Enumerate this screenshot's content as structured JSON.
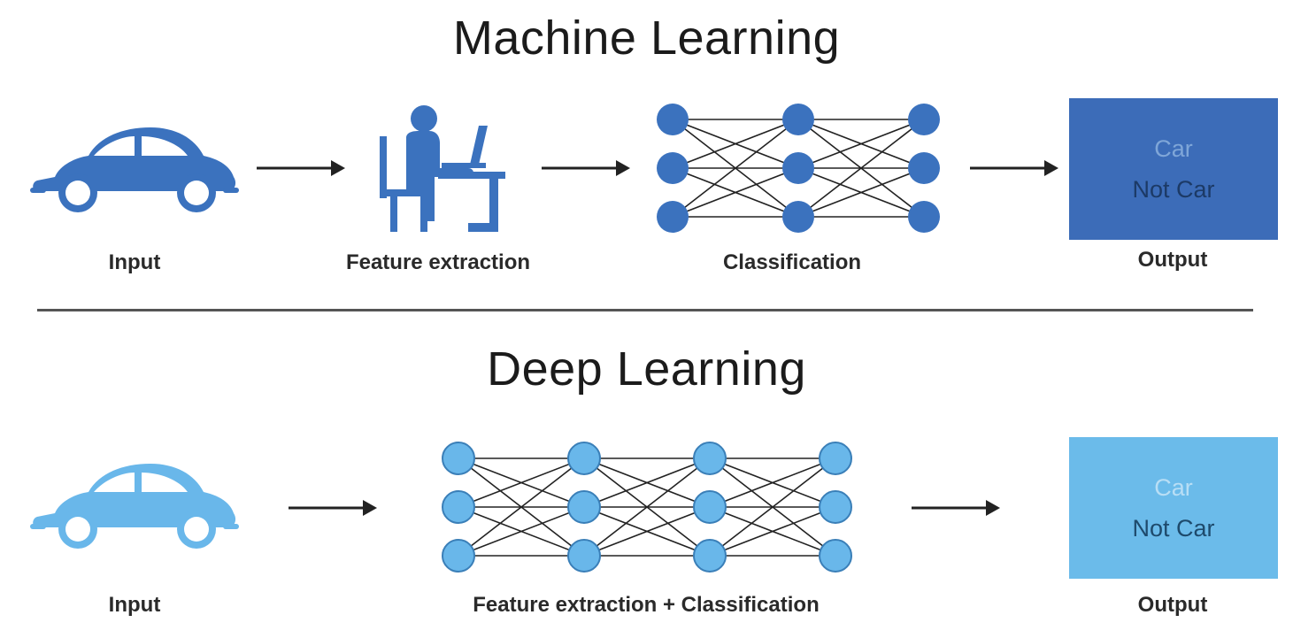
{
  "sections": {
    "ml": {
      "title": "Machine Learning",
      "labels": {
        "input": "Input",
        "feature": "Feature extraction",
        "classification": "Classification",
        "output": "Output"
      },
      "output_box": {
        "car": "Car",
        "not_car": "Not Car"
      }
    },
    "dl": {
      "title": "Deep Learning",
      "labels": {
        "input": "Input",
        "combined": "Feature extraction + Classification",
        "output": "Output"
      },
      "output_box": {
        "car": "Car",
        "not_car": "Not Car"
      }
    }
  },
  "icons": {
    "car": "car-icon",
    "person": "person-at-laptop-icon",
    "network": "neural-network-icon",
    "arrow": "arrow-right-icon"
  },
  "colors": {
    "ml_primary": "#3b72be",
    "ml_box": "#3c6cb8",
    "ml_box_car_text": "#7fa6d8",
    "ml_box_notcar_text": "#1c3a66",
    "dl_primary": "#69b7ea",
    "dl_box": "#6bbbea",
    "dl_box_car_text": "#b8def5",
    "dl_box_notcar_text": "#1e4a6c",
    "line": "#222222",
    "node_stroke": "#3a7fb8"
  }
}
